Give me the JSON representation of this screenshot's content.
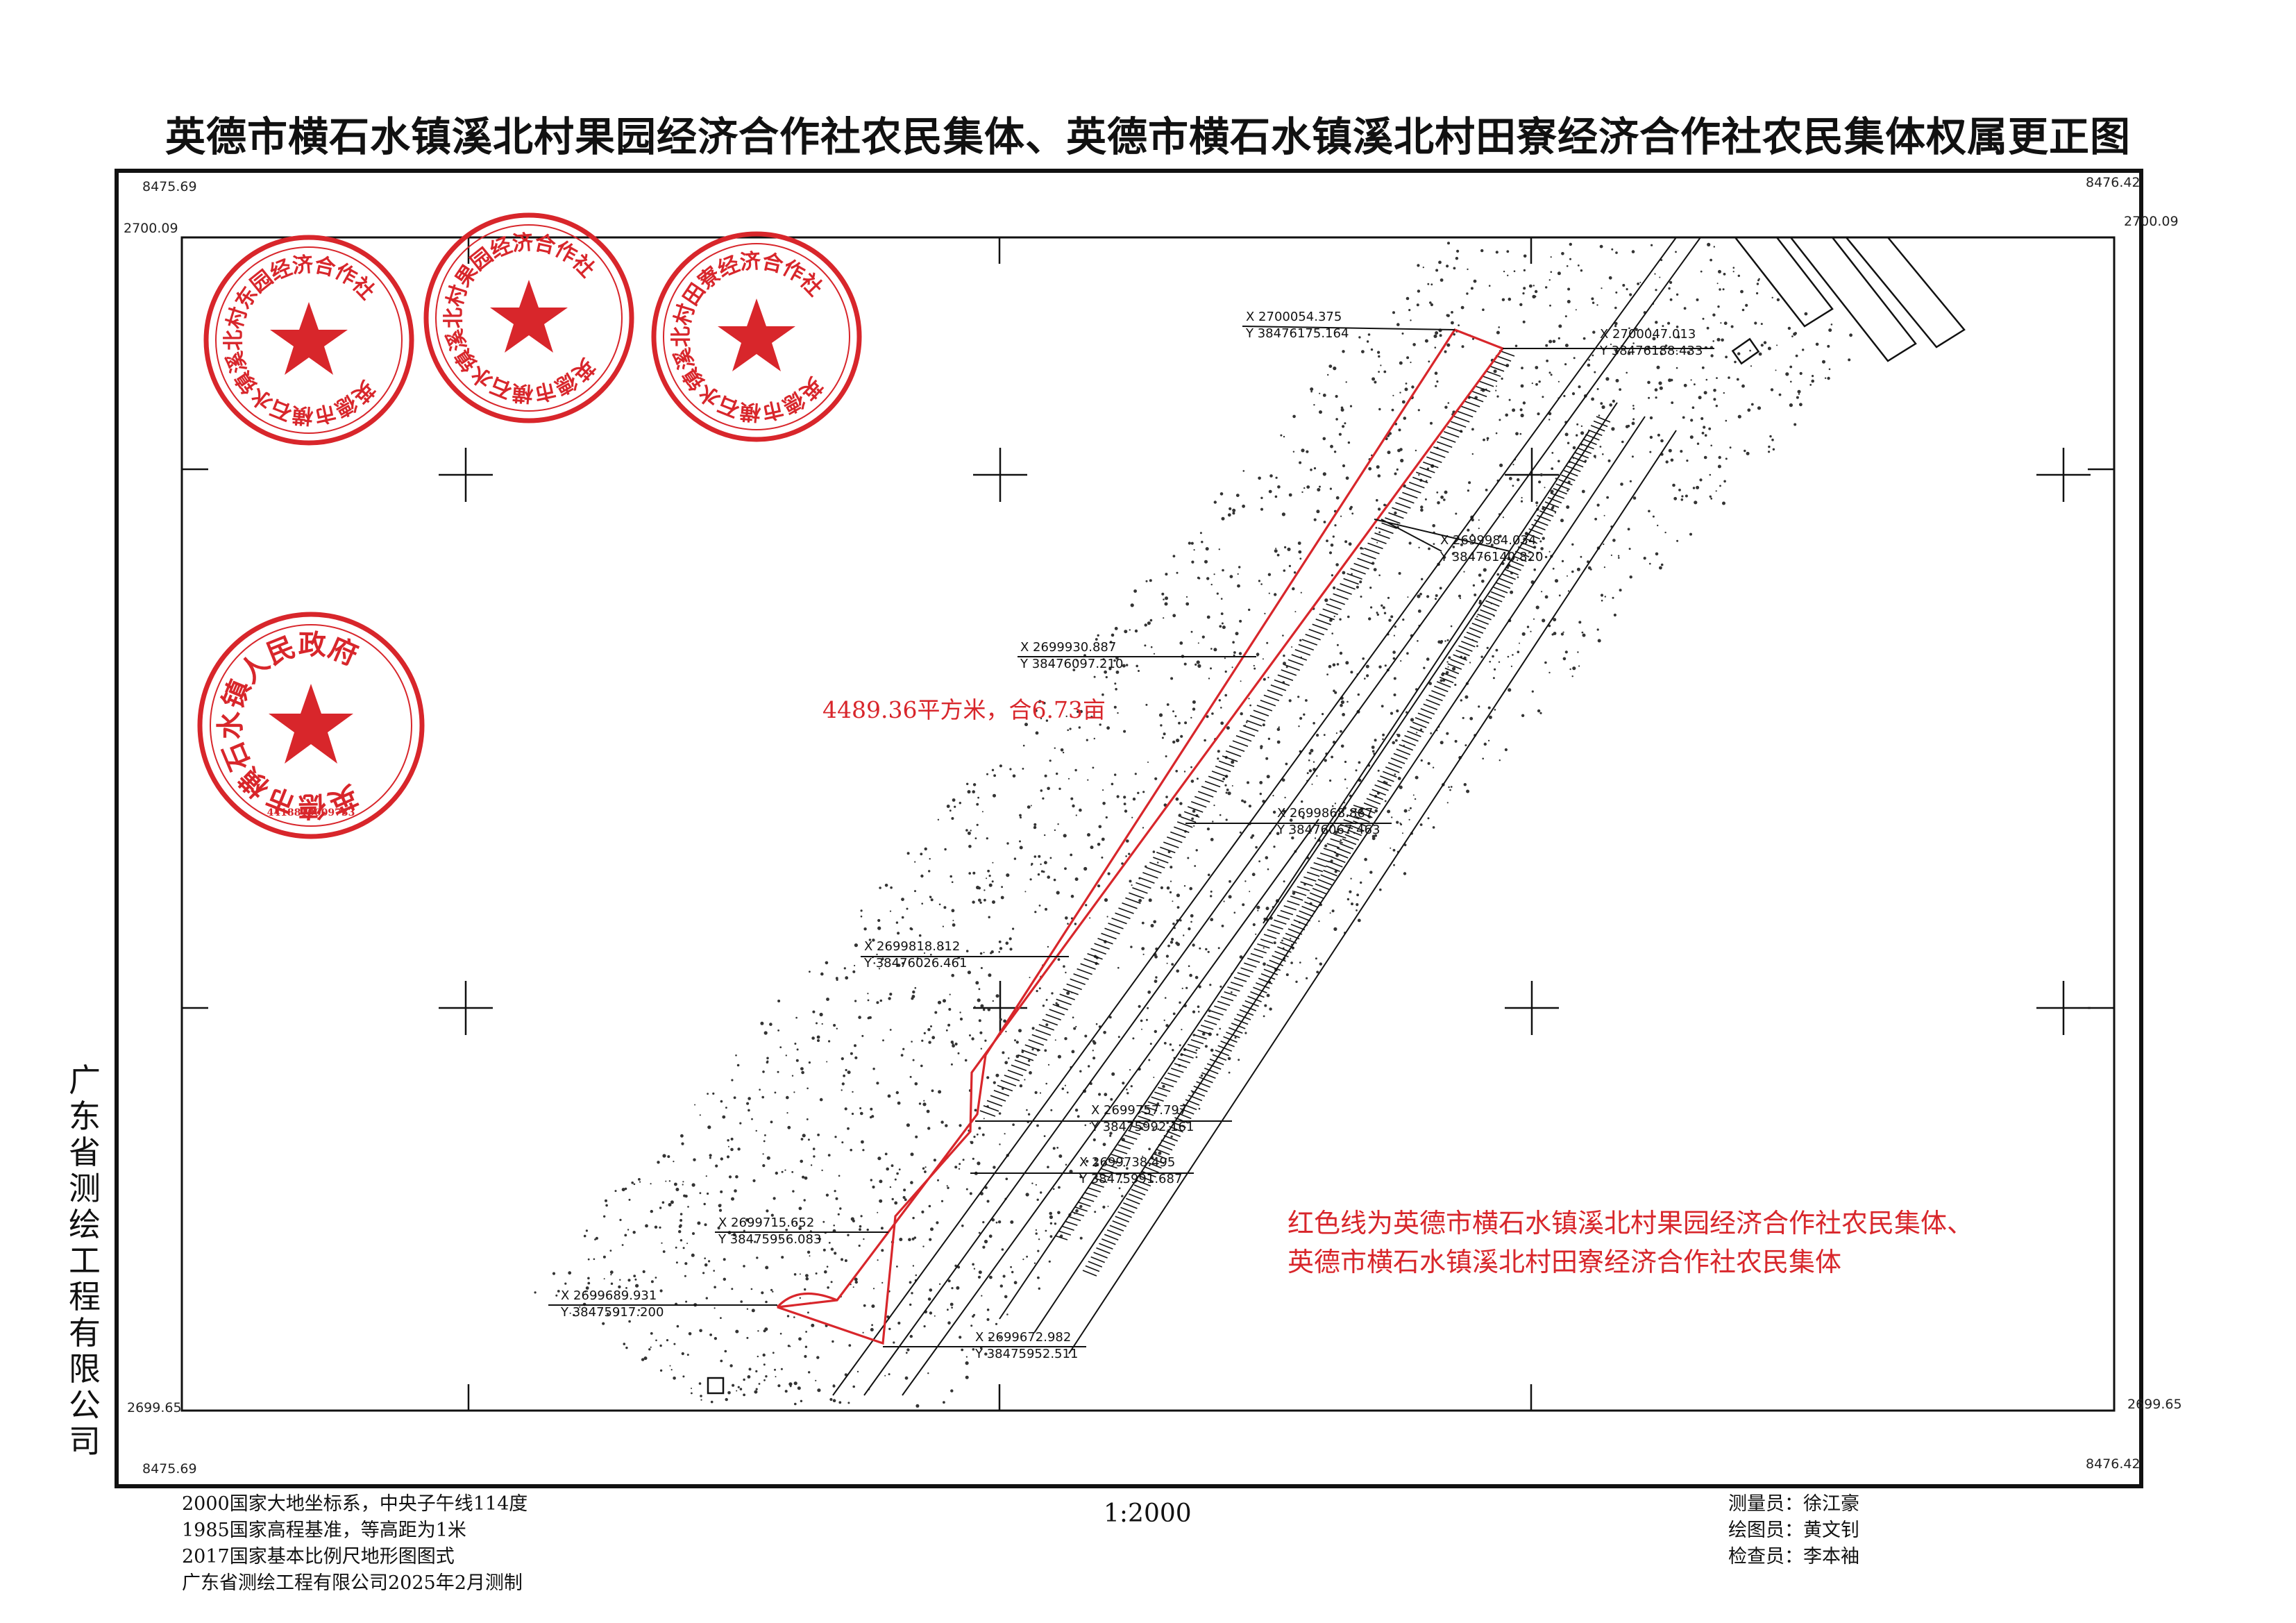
{
  "title": "英德市横石水镇溪北村果园经济合作社农民集体、英德市横石水镇溪北村田寮经济合作社农民集体权属更正图",
  "grid_labels": {
    "top_left_y": "8475.69",
    "top_right_y": "8476.42",
    "bottom_left_y": "8475.69",
    "bottom_right_y": "8476.42",
    "left_top_x": "2700.09",
    "right_top_x": "2700.09",
    "left_bottom_x": "2699.65",
    "right_bottom_x": "2699.65"
  },
  "company_vertical": "广东省测绘工程有限公司",
  "seals": [
    {
      "text": "英德市横石水镇溪北村东园经济合作社",
      "color": "#d8262b"
    },
    {
      "text": "英德市横石水镇溪北村果园经济合作社",
      "color": "#d8262b"
    },
    {
      "text": "英德市横石水镇溪北村田寮经济合作社",
      "color": "#d8262b"
    },
    {
      "text": "英德市横石水镇人民政府",
      "color": "#d8262b",
      "code": "4418810009733"
    }
  ],
  "area_label": "4489.36平方米，合6.73亩",
  "coordinates": [
    {
      "x": "X 2700054.375",
      "y": "Y 38476175.164"
    },
    {
      "x": "X 2700047.013",
      "y": "Y 38476188.433"
    },
    {
      "x": "X 2699984.034",
      "y": "Y 38476140.820"
    },
    {
      "x": "X 2699930.887",
      "y": "Y 38476097.210"
    },
    {
      "x": "X 2699868.867",
      "y": "Y 38476067.463"
    },
    {
      "x": "X 2699818.812",
      "y": "Y 38476026.461"
    },
    {
      "x": "X 2699757.797",
      "y": "Y 38475992.161"
    },
    {
      "x": "X 2699738.495",
      "y": "Y 38475991.687"
    },
    {
      "x": "X 2699715.652",
      "y": "Y 38475956.083"
    },
    {
      "x": "X 2699689.931",
      "y": "Y 38475917.200"
    },
    {
      "x": "X 2699672.982",
      "y": "Y 38475952.511"
    }
  ],
  "legend": {
    "line1": "红色线为英德市横石水镇溪北村果园经济合作社农民集体、",
    "line2": "英德市横石水镇溪北村田寮经济合作社农民集体"
  },
  "notes": [
    "2000国家大地坐标系，中央子午线114度",
    "1985国家高程基准，等高距为1米",
    "2017国家基本比例尺地形图图式",
    "广东省测绘工程有限公司2025年2月测制"
  ],
  "scale": "1:2000",
  "staff": [
    "测量员：徐江豪",
    "绘图员：黄文钊",
    "检查员：李本袖"
  ],
  "colors": {
    "boundary": "#d8262b",
    "seal": "#d8262b",
    "ink": "#111111"
  }
}
